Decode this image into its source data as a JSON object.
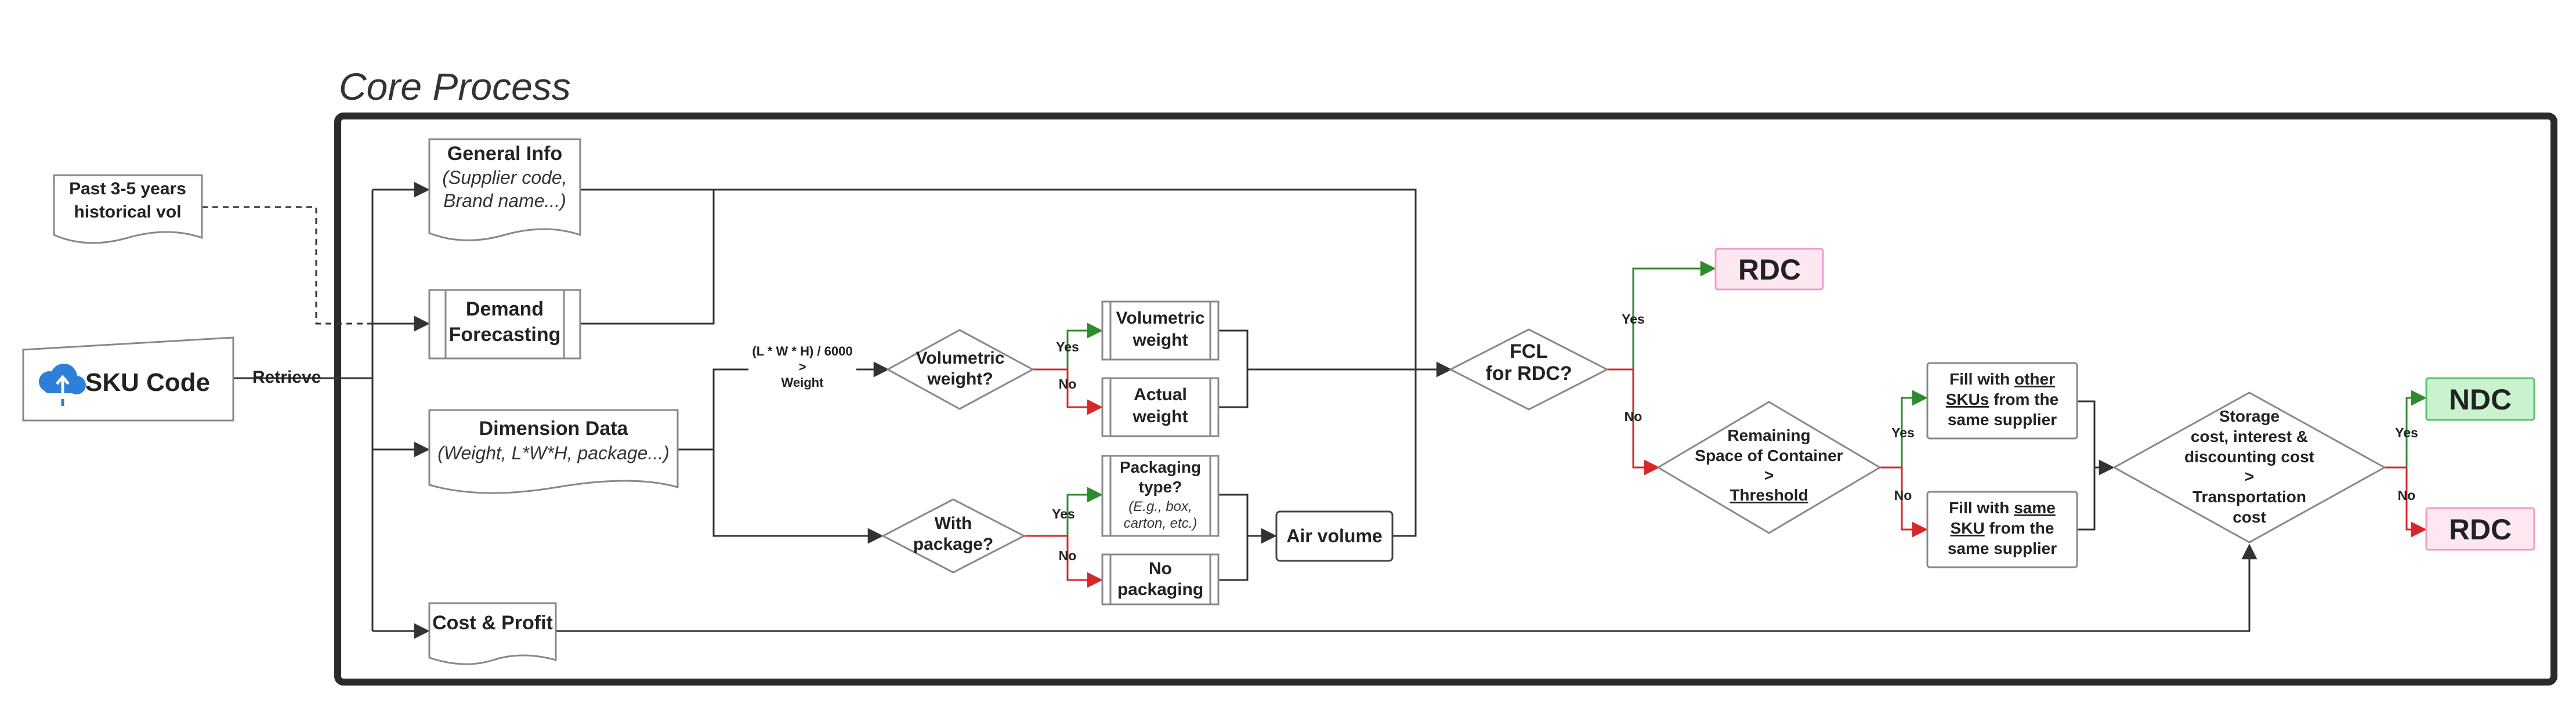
{
  "title": "Core Process",
  "sku": {
    "label": "SKU Code"
  },
  "retrieve_label": "Retrieve",
  "past_vol": {
    "line1": "Past 3-5 years",
    "line2": "historical vol"
  },
  "general_info": {
    "title": "General Info",
    "line2": "(Supplier code,",
    "line3": "Brand name...)"
  },
  "demand": {
    "line1": "Demand",
    "line2": "Forecasting"
  },
  "dimension": {
    "title": "Dimension Data",
    "line2": "(Weight, L*W*H, package...)"
  },
  "cost_profit": {
    "label": "Cost & Profit"
  },
  "formula": {
    "line1": "(L * W * H) / 6000",
    "line2": ">",
    "line3": "Weight"
  },
  "volumetric_q": {
    "line1": "Volumetric",
    "line2": "weight?"
  },
  "volumetric_weight": {
    "line1": "Volumetric",
    "line2": "weight"
  },
  "actual_weight": {
    "line1": "Actual",
    "line2": "weight"
  },
  "with_package_q": {
    "line1": "With",
    "line2": "package?"
  },
  "packaging_type": {
    "line1": "Packaging",
    "line2": "type?",
    "line3": "(E.g., box,",
    "line4": "carton, etc.)"
  },
  "no_packaging": {
    "line1": "No",
    "line2": "packaging"
  },
  "air_volume": {
    "label": "Air volume"
  },
  "fcl_q": {
    "line1": "FCL",
    "line2": "for RDC?"
  },
  "rdc_top": {
    "label": "RDC"
  },
  "remaining": {
    "line1": "Remaining",
    "line2": "Space of Container",
    "line3": ">",
    "line4": "Threshold"
  },
  "fill_other": {
    "l1a": "Fill with ",
    "l1b": "other",
    "l2a": "SKUs",
    "l2b": " from the",
    "l3": "same supplier"
  },
  "fill_same": {
    "l1a": "Fill with ",
    "l1b": "same",
    "l2a": "SKU",
    "l2b": " from the",
    "l3": "same supplier"
  },
  "storage_q": {
    "line1": "Storage",
    "line2": "cost, interest &",
    "line3": "discounting cost",
    "line4": ">",
    "line5": "Transportation",
    "line6": "cost"
  },
  "ndc": {
    "label": "NDC"
  },
  "rdc_bottom": {
    "label": "RDC"
  },
  "labels": {
    "yes": "Yes",
    "no": "No"
  },
  "colors": {
    "yes_line": "#2e8b2e",
    "no_line": "#d62828",
    "ndc_fill": "#c9f2cf",
    "ndc_stroke": "#5cc46c",
    "rdc_fill": "#fde8f2",
    "rdc_stroke": "#f29cc6",
    "sku_icon": "#2f7fd8"
  }
}
